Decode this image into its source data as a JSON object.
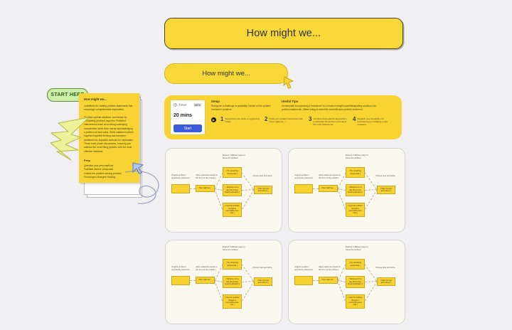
{
  "page": {
    "background": "#f0f0f2",
    "accent_yellow": "#f7d432",
    "accent_blue": "#3b5bdb",
    "accent_green": "#cdf0a8"
  },
  "banner_large": {
    "text": "How might we..."
  },
  "banner_small": {
    "text": "How might we..."
  },
  "start_badge": {
    "text": "START HERE"
  },
  "sticky_note": {
    "title": "How might we...",
    "paragraphs": [
      "Guidelines for crafting problem statements that encourage comprehensive exploration.",
      "To attain optimal solutions, commence by formulating pertinent inquiries. Proficient interviewees excel at unveiling underlying complexities rather than merely acknowledging a problem at face value. While statement-driven inquiries expedite thinking and transform problems into impactful avenues for exploration. These tools propel discussions, ensuring you address the most fitting problem with the most effective solutions."
    ],
    "prep_heading": "Prep",
    "prep_items": [
      "Question your presumptions",
      "Facilitate diverse viewpoints",
      "Guides the problem-solving process",
      "Encourages divergent thinking"
    ]
  },
  "setup_panel": {
    "timer": {
      "label": "Timer",
      "badge": "BETA",
      "value": "20 mins",
      "start_label": "Start"
    },
    "setup_heading": "Setup",
    "setup_text": "Recognize a challenge or possibility. Decide on the suitable enclosure/ container.",
    "tips_heading": "Useful Tips",
    "tips_text": "Contemplate incorporating a 'brainstorm' to a research insight social/designating solutions into problem statements. Utilize voting to select the most effective problem statement.",
    "steps": [
      {
        "number": "1",
        "text": "Summarize your issue or opportunity briefly."
      },
      {
        "number": "2",
        "text": "Prefix your problem description with \"How might we...\""
      },
      {
        "number": "3",
        "text": "Combine those distinct approaches to articulate the problem and select the most optimal one."
      },
      {
        "number": "4",
        "text": "Dispatch your foundation for brainstorming or initiating a new endeavor."
      }
    ]
  },
  "flow_card": {
    "captions": {
      "original": "Original problem/ opportunity statement",
      "rewrite": "Add a statement starter to this form of the problem",
      "explore": "Explore 3 different ways to frame the problem",
      "converge": "Choose best and refine"
    },
    "start_node": "",
    "hmw_node": "How might we...",
    "branches": [
      "( Try something unexpected )",
      "( Reframe it in a way that invites broad exploration )",
      "( View the problem through a provocative lens now )"
    ],
    "end_node": "( Take the best and refine it )"
  },
  "icons": {
    "timer": "clock-icon",
    "cursor_yellow": "cursor-arrow-icon",
    "cursor_blue": "cursor-arrow-icon",
    "cursor_star": "star-burst-cursor-icon"
  }
}
